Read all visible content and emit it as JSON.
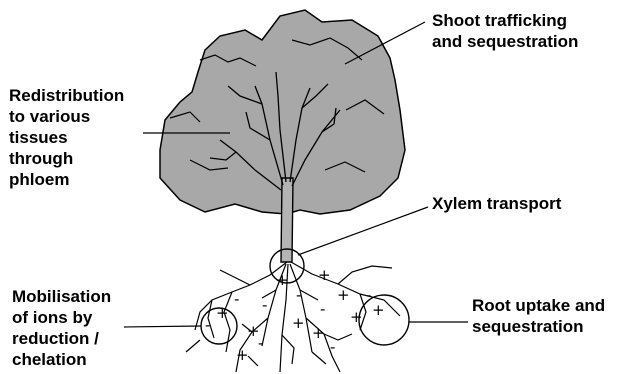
{
  "labels": {
    "shoot": [
      "Shoot trafficking",
      "and sequestration"
    ],
    "redistribution": [
      "Redistribution",
      "to various",
      "tissues",
      "through",
      "phloem"
    ],
    "xylem": [
      "Xylem transport"
    ],
    "mobilisation": [
      "Mobilisation",
      "of ions by",
      "reduction /",
      "chelation"
    ],
    "root_uptake": [
      "Root uptake and",
      "sequestration"
    ]
  },
  "colors": {
    "canopy_fill": "#a8a8a8",
    "trunk_fill": "#b4b4b4",
    "line": "#000000",
    "background": "#ffffff"
  },
  "markers": {
    "plus": "+",
    "minus": "-"
  }
}
